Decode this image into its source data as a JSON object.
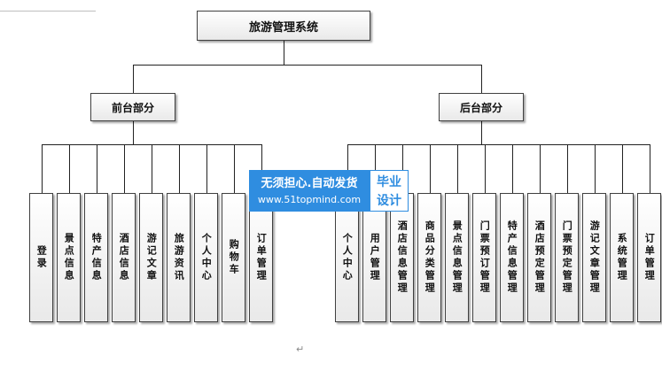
{
  "root": {
    "label": "旅游管理系统"
  },
  "branches": [
    {
      "label": "前台部分",
      "children": [
        "登录",
        "景点信息",
        "特产信息",
        "酒店信息",
        "游记文章",
        "旅游资讯",
        "个人中心",
        "购物车",
        "订单管理"
      ]
    },
    {
      "label": "后台部分",
      "children": [
        "个人中心",
        "用户管理",
        "酒店信息管理",
        "商品分类管理",
        "景点信息管理",
        "门票预订管理",
        "特产信息管理",
        "酒店预定管理",
        "门票预定管理",
        "游记文章管理",
        "系统管理",
        "订单管理"
      ]
    }
  ],
  "watermark": {
    "line1": "无须担心.自动发货",
    "line2": "www.51topmind.com",
    "tag_line1": "毕业",
    "tag_line2": "设计"
  },
  "paragraph_mark": "↵"
}
